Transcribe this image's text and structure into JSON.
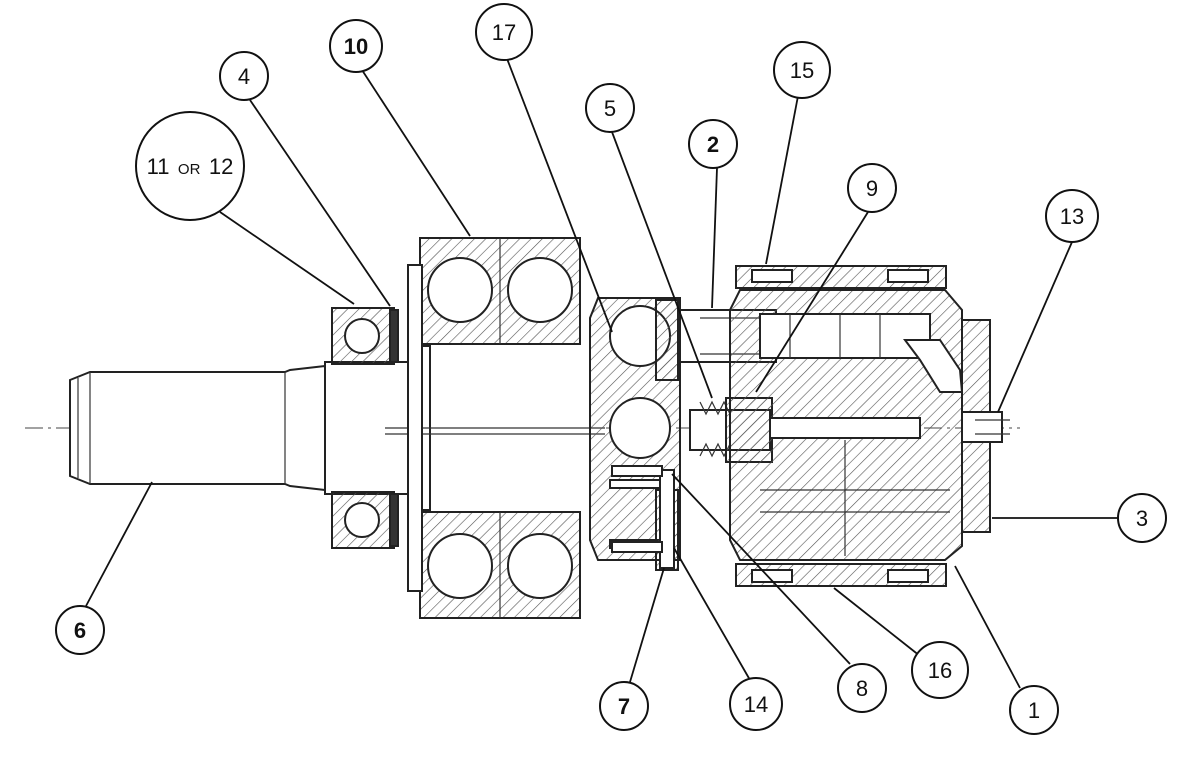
{
  "callouts": [
    {
      "id": "1",
      "label": "1"
    },
    {
      "id": "2",
      "label": "2"
    },
    {
      "id": "3",
      "label": "3"
    },
    {
      "id": "4",
      "label": "4"
    },
    {
      "id": "5",
      "label": "5"
    },
    {
      "id": "6",
      "label": "6"
    },
    {
      "id": "7",
      "label": "7"
    },
    {
      "id": "8",
      "label": "8"
    },
    {
      "id": "9",
      "label": "9"
    },
    {
      "id": "10",
      "label": "10"
    },
    {
      "id": "11or12",
      "label_a": "11",
      "label_or": "OR",
      "label_b": "12"
    },
    {
      "id": "13",
      "label": "13"
    },
    {
      "id": "14",
      "label": "14"
    },
    {
      "id": "15",
      "label": "15"
    },
    {
      "id": "16",
      "label": "16"
    },
    {
      "id": "17",
      "label": "17"
    }
  ],
  "colors": {
    "ink": "#111111",
    "background": "#ffffff"
  }
}
